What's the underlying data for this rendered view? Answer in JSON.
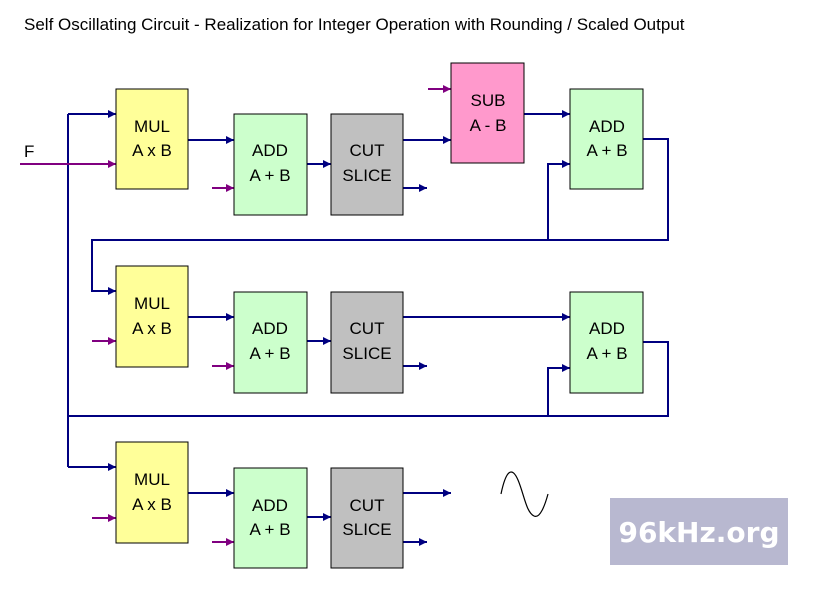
{
  "title": "Self Oscillating Circuit - Realization for Integer Operation with Rounding / Scaled Output",
  "input_label": "F",
  "colors": {
    "wire": "#000080",
    "input_arrow": "#800080",
    "mul_fill": "#ffff99",
    "add_fill": "#ccffcc",
    "cut_fill": "#c0c0c0",
    "sub_fill": "#ff99cc",
    "block_border": "#000000",
    "logo_bg": "#b8b8d0"
  },
  "blocks": {
    "mul": {
      "line1": "MUL",
      "line2": "A x B"
    },
    "add": {
      "line1": "ADD",
      "line2": "A + B"
    },
    "cut": {
      "line1": "CUT",
      "line2": "SLICE"
    },
    "sub": {
      "line1": "SUB",
      "line2": "A - B"
    }
  },
  "logo": {
    "text": "96kHz.org"
  }
}
